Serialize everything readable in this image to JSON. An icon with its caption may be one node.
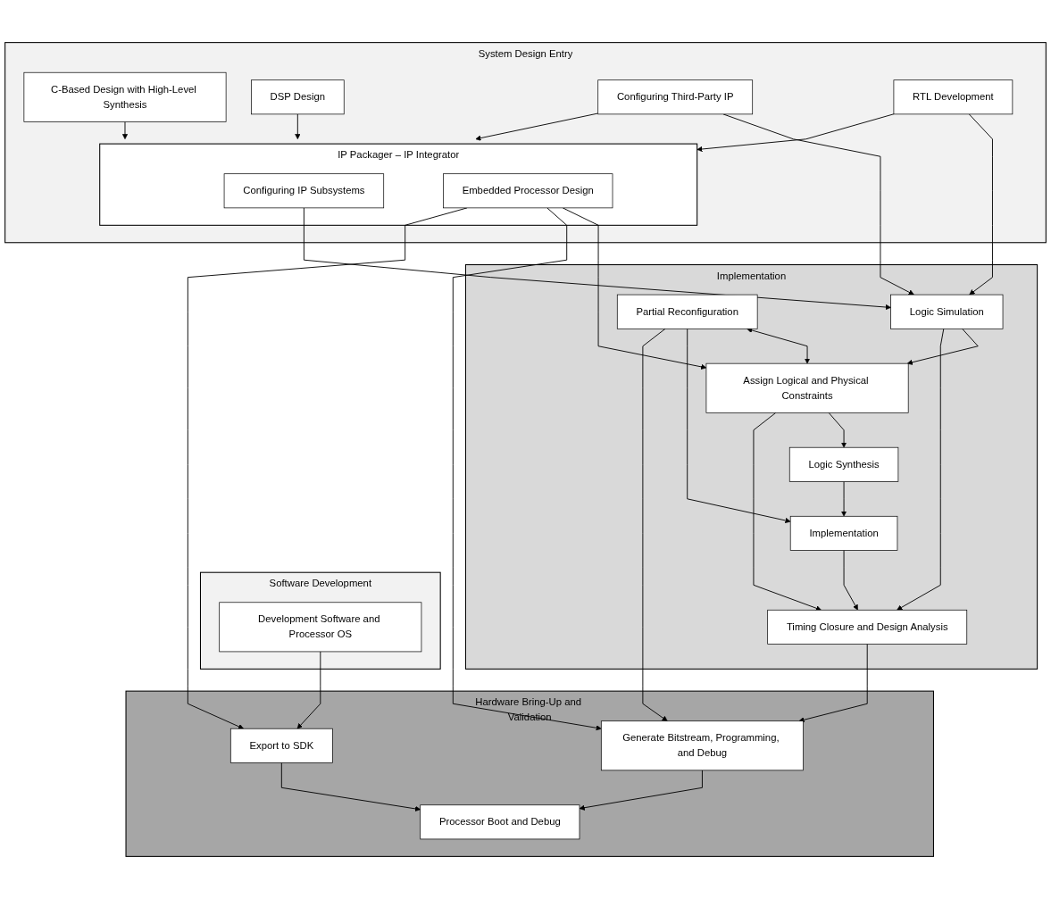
{
  "diagram": {
    "nodes": [
      {
        "text": [
          "System Design Entry"
        ]
      },
      {
        "text": [
          "C-Based Design with High-Level Synthesis"
        ],
        "in": 0
      },
      {
        "text": [
          "DSP Design"
        ],
        "in": 0
      },
      {
        "text": [
          "Configuring Third-Party IP"
        ],
        "in": 0
      },
      {
        "text": [
          "IP Packager – IP Integrator"
        ],
        "in": 0
      },
      {
        "text": [
          "Configuring IP Subsystems"
        ],
        "in": 4
      },
      {
        "text": [
          "Embedded Processor Design"
        ],
        "in": 4
      },
      {
        "text": [
          "RTL Development"
        ],
        "in": 0
      },
      {
        "text": [
          "Software Development"
        ]
      },
      {
        "text": [
          "Development Software and Processor OS"
        ],
        "in": 8
      },
      {
        "text": [
          "Implementation"
        ]
      },
      {
        "text": [
          "Logic Simulation"
        ],
        "in": 10
      },
      {
        "text": [
          "Partial Reconfiguration"
        ],
        "in": 10
      },
      {
        "text": [
          "Assign Logical and Physical Constraints"
        ],
        "in": 10
      },
      {
        "text": [
          "Logic Synthesis"
        ],
        "in": 10
      },
      {
        "text": [
          "Implementation"
        ],
        "in": 10
      },
      {
        "text": [
          "Timing Closure and Design Analysis"
        ],
        "in": 10
      },
      {
        "text": [
          "Hardware Bring-Up and Validation"
        ]
      },
      {
        "text": [
          "Generate Bitstream, Programming, and Debug"
        ],
        "in": 17
      },
      {
        "text": [
          "Processor Boot and Debug"
        ],
        "in": 17
      },
      {
        "text": [
          "Export to SDK"
        ],
        "in": 17
      }
    ],
    "edges": [
      {
        "from": 1,
        "to": 4,
        "arrow": "to"
      },
      {
        "from": 2,
        "to": 4,
        "arrow": "to"
      },
      {
        "from": 3,
        "to": 4,
        "arrow": "to"
      },
      {
        "from": 7,
        "to": 4,
        "arrow": "to"
      },
      {
        "from": 3,
        "to": 11,
        "arrow": "to"
      },
      {
        "from": 7,
        "to": 11,
        "arrow": "to"
      },
      {
        "from": 5,
        "to": 11,
        "arrow": "to"
      },
      {
        "from": 6,
        "to": 13,
        "arrow": "to"
      },
      {
        "from": 6,
        "to": 18,
        "arrow": "to"
      },
      {
        "from": 6,
        "to": 20,
        "arrow": "to"
      },
      {
        "from": 9,
        "to": 20,
        "arrow": "to"
      },
      {
        "from": 11,
        "to": 13,
        "arrow": "to"
      },
      {
        "from": 12,
        "to": 13,
        "arrow": "both"
      },
      {
        "from": 13,
        "to": 14,
        "arrow": "to"
      },
      {
        "from": 14,
        "to": 15,
        "arrow": "to"
      },
      {
        "from": 15,
        "to": 16,
        "arrow": "to"
      },
      {
        "from": 11,
        "to": 16,
        "arrow": "to"
      },
      {
        "from": 13,
        "to": 16,
        "arrow": "to"
      },
      {
        "from": 12,
        "to": 15,
        "arrow": "to"
      },
      {
        "from": 12,
        "to": 18,
        "arrow": "to"
      },
      {
        "from": 16,
        "to": 18,
        "arrow": "to"
      },
      {
        "from": 18,
        "to": 19,
        "arrow": "to"
      },
      {
        "from": 20,
        "to": 19,
        "arrow": "to"
      }
    ]
  }
}
